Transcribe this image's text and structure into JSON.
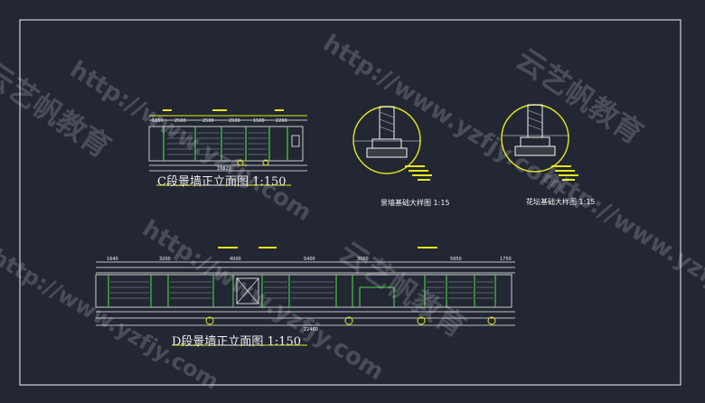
{
  "drawing": {
    "title_c": "C段景墙正立面图 1:150",
    "title_d": "D段景墙正立面图 1:150",
    "detail_1": "景墙基础大样图 1:15",
    "detail_2": "花坛基础大样图 1:15"
  },
  "dims": {
    "c_top": [
      "1650",
      "2500",
      "2500",
      "2500",
      "1500",
      "2200"
    ],
    "c_total": "10820",
    "d_top": [
      "1640",
      "3200",
      "4000",
      "5400",
      "3000",
      "5950",
      "1750"
    ],
    "d_total": "22460"
  },
  "watermarks": {
    "url": "http://www.yzfjy.com",
    "brand": "云艺帆教育"
  },
  "colors": {
    "background": "#222733",
    "line": "#f5f5f5",
    "yellow": "#e8e81a",
    "green": "#4cd24c"
  }
}
